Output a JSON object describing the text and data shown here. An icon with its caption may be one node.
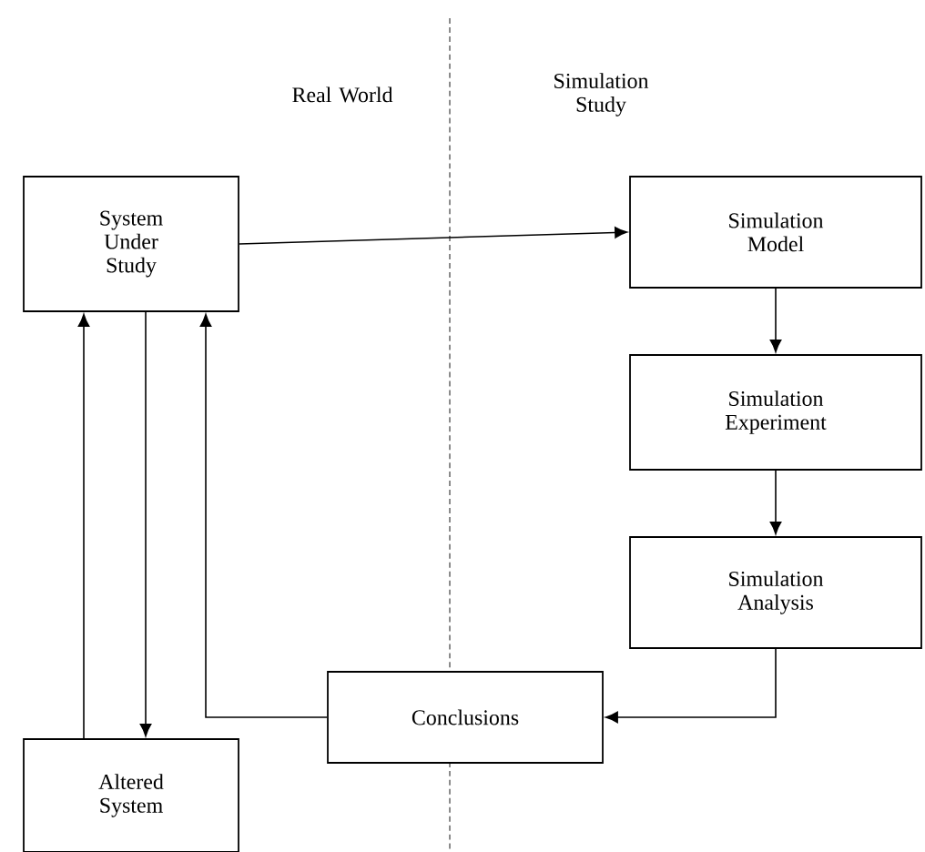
{
  "diagram": {
    "nodes": [
      {
        "text": [
          "System Under Study"
        ]
      },
      {
        "text": [
          "Simulation Model"
        ]
      },
      {
        "text": [
          "Simulation Experiment"
        ]
      },
      {
        "text": [
          "Simulation Analysis"
        ]
      },
      {
        "text": [
          "Conclusions"
        ]
      },
      {
        "text": [
          "Altered System"
        ]
      }
    ],
    "edges": [
      {
        "from": 0,
        "to": 1,
        "arrow": "to"
      },
      {
        "from": 1,
        "to": 2,
        "arrow": "to"
      },
      {
        "from": 2,
        "to": 3,
        "arrow": "to"
      },
      {
        "from": 3,
        "to": 4,
        "arrow": "to"
      },
      {
        "from": 4,
        "to": 0,
        "arrow": "to"
      },
      {
        "from": 0,
        "to": 5,
        "arrow": "to"
      },
      {
        "from": 5,
        "to": 0,
        "arrow": "to"
      }
    ],
    "labels": [
      "Real World",
      "Simulation Study"
    ]
  }
}
